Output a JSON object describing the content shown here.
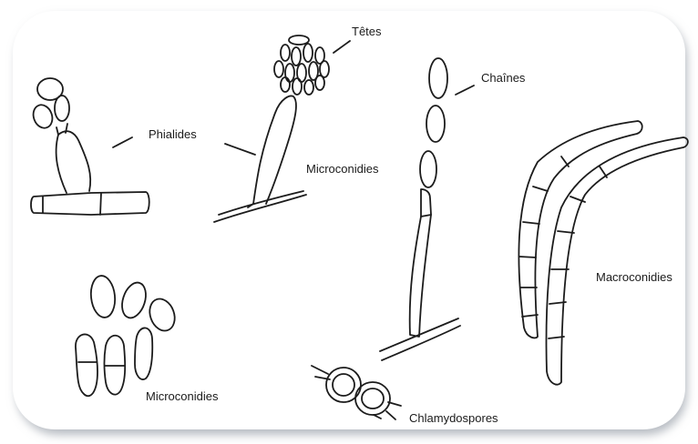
{
  "labels": {
    "tetes": "Têtes",
    "chaines": "Chaînes",
    "phialides": "Phialides",
    "microconidies_top": "Microconidies",
    "macroconidies": "Macroconidies",
    "microconidies_bottom": "Microconidies",
    "chlamydospores": "Chlamydospores"
  }
}
